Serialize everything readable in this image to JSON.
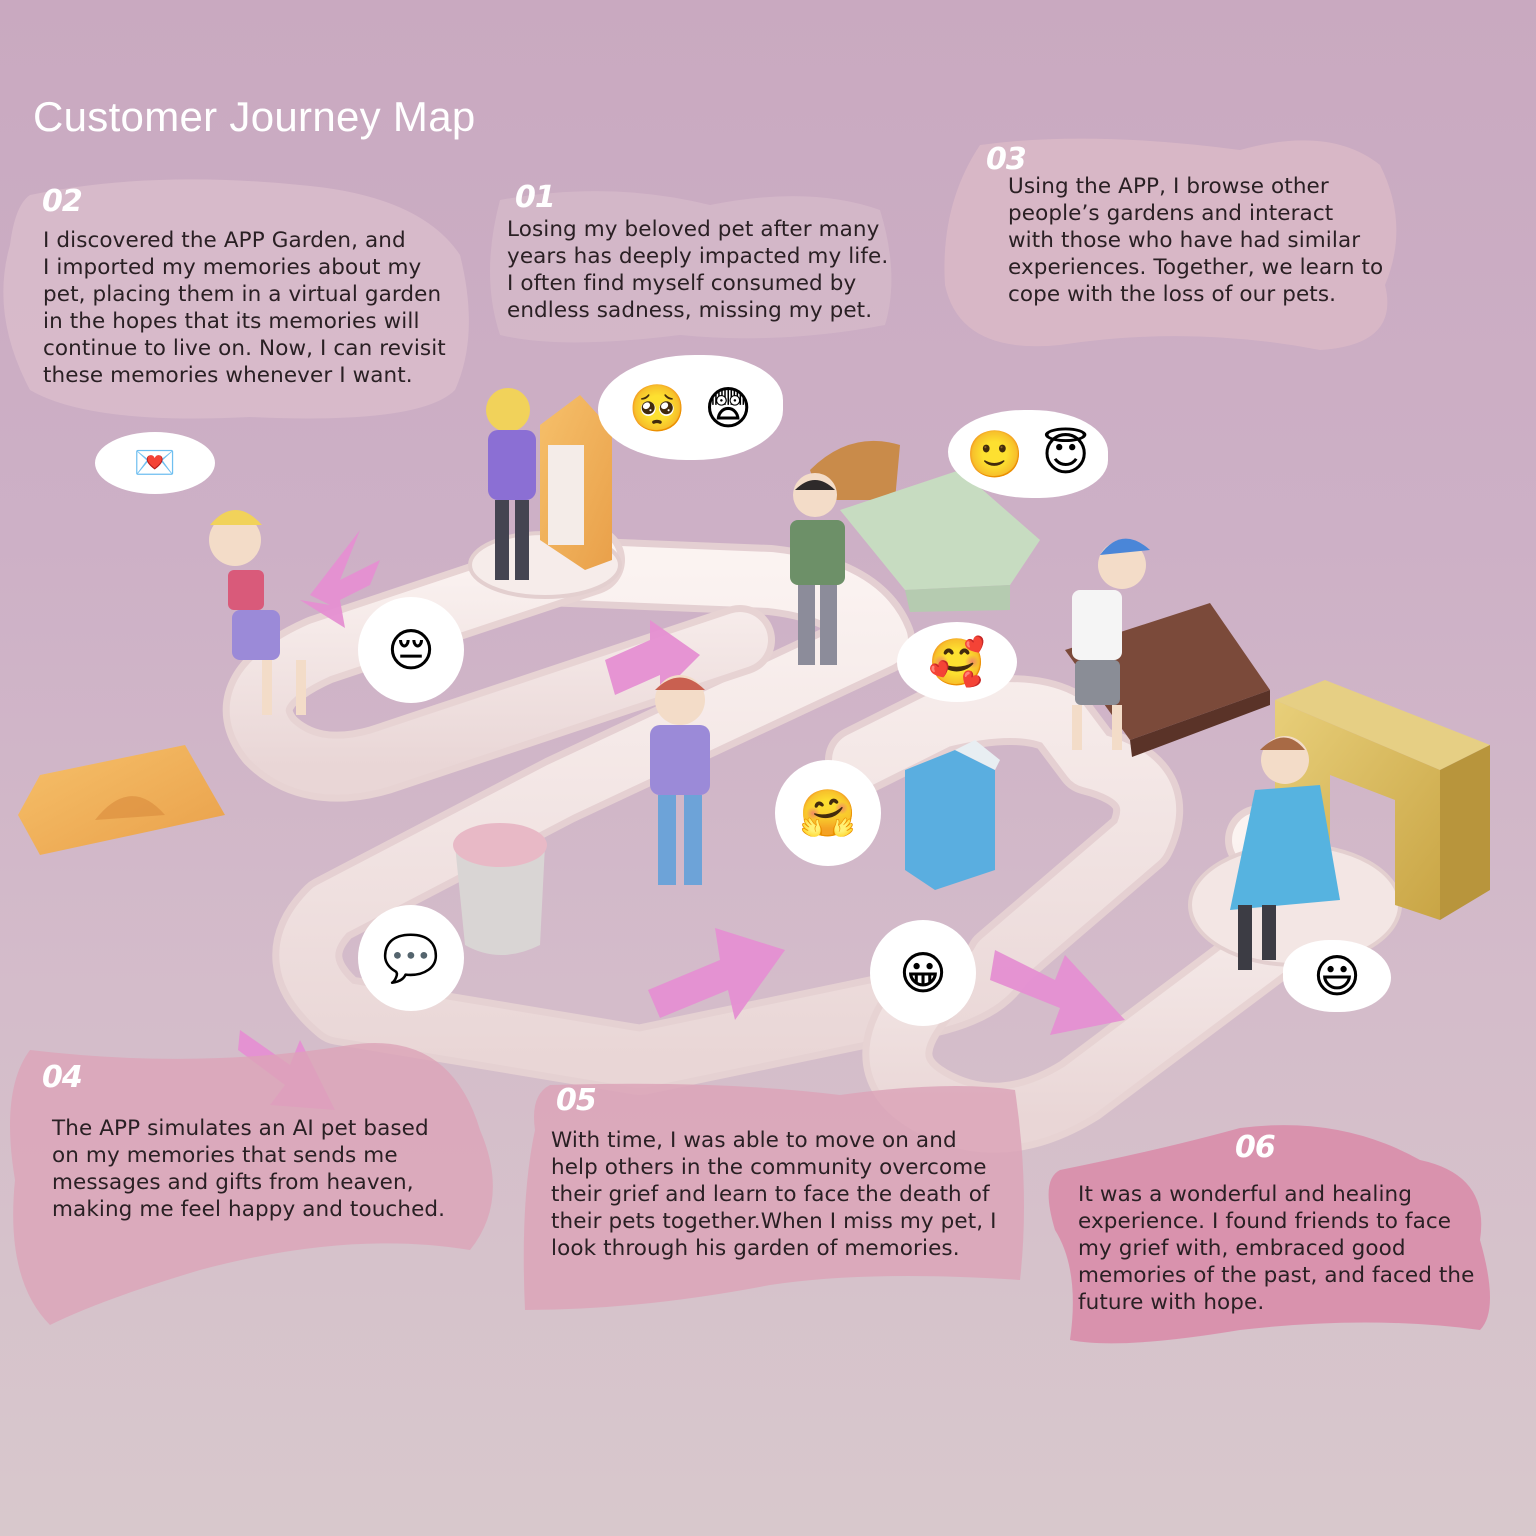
{
  "page": {
    "title": "Customer Journey Map"
  },
  "stages": [
    {
      "id": "01",
      "number": "01",
      "text_lines": [
        "Losing my beloved pet after many",
        "years has deeply impacted my life.",
        "I often find myself consumed by",
        "endless sadness, missing my pet."
      ],
      "emojis": [
        "pleading-face",
        "anxious-face"
      ],
      "emoji_glyphs": [
        "🥺",
        "😨"
      ]
    },
    {
      "id": "02",
      "number": "02",
      "text_lines": [
        "I discovered the APP Garden, and",
        "I imported my memories about my",
        "pet, placing them in a virtual garden",
        "in the hopes that its memories will",
        "continue to live on. Now, I can revisit",
        "these memories whenever I want."
      ],
      "emojis": [
        "love-letter",
        "pensive-face"
      ],
      "emoji_glyphs": [
        "💌",
        "😔"
      ]
    },
    {
      "id": "03",
      "number": "03",
      "text_lines": [
        "Using the APP, I browse other",
        "people’s gardens and interact",
        "with those who have had similar",
        "experiences. Together, we learn to",
        "cope with the loss of our pets."
      ],
      "emojis": [
        "slightly-smiling-face",
        "smiling-face-with-halo"
      ],
      "emoji_glyphs": [
        "🙂",
        "😇"
      ]
    },
    {
      "id": "04",
      "number": "04",
      "text_lines": [
        "The APP simulates an AI pet based",
        "on my memories that sends me",
        "messages and gifts from heaven,",
        "making me feel happy and touched."
      ],
      "emojis": [
        "speech-balloon",
        "hugging-face"
      ],
      "emoji_glyphs": [
        "💬",
        "🤗"
      ]
    },
    {
      "id": "05",
      "number": "05",
      "text_lines": [
        "With time, I was able to move on and",
        "help others in the community overcome",
        "their grief and learn to face the death of",
        "their pets together.When I miss my pet, I",
        "look through his garden of memories."
      ],
      "emojis": [
        "smiling-face-with-hearts",
        "grinning-face"
      ],
      "emoji_glyphs": [
        "🥰",
        "😀"
      ]
    },
    {
      "id": "06",
      "number": "06",
      "text_lines": [
        "It was a wonderful and healing",
        "experience. I found friends to face",
        "my grief with, embraced good",
        "memories of the past, and faced the",
        "future with hope."
      ],
      "emojis": [
        "grinning-face-big-eyes"
      ],
      "emoji_glyphs": [
        "😃"
      ]
    }
  ],
  "colors": {
    "background_top": "#c9a9c0",
    "background_bottom": "#d8c8cc",
    "card_light": "#d9bccb",
    "card_pink": "#dca4b8",
    "card_deep_pink": "#d98aa8",
    "arrow": "#e58fd2",
    "path": "#f3e6e6",
    "title": "#ffffff",
    "text": "#2a2024"
  }
}
